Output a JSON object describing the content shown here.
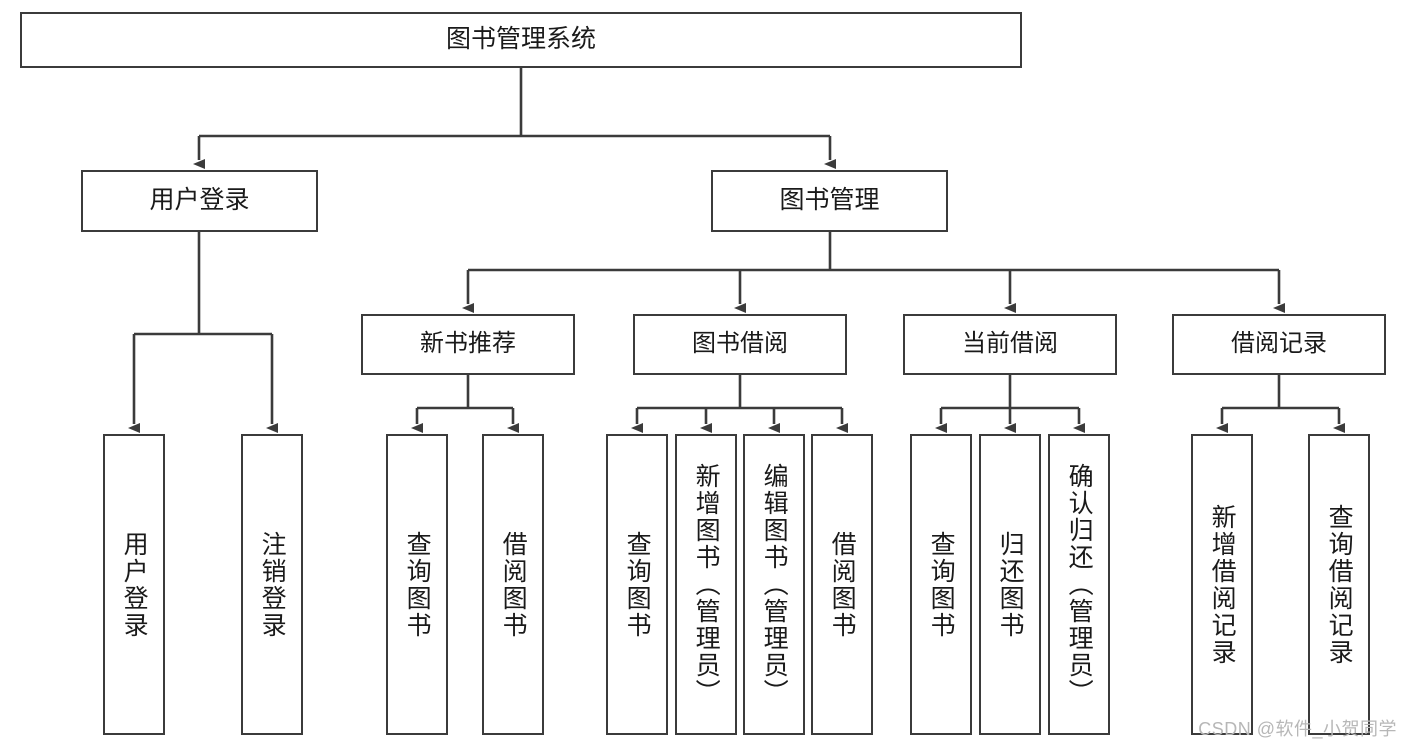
{
  "diagram": {
    "title": "图书管理系统",
    "type": "tree-hierarchy-chart",
    "colors": {
      "box_border": "#3b3b3b",
      "box_fill": "#ffffff",
      "connector": "#3b3b3b",
      "text": "#1a1a1a",
      "watermark": "#b7b7b7",
      "background": "#ffffff"
    },
    "root": {
      "label": "图书管理系统"
    },
    "level1": [
      {
        "label": "用户登录"
      },
      {
        "label": "图书管理"
      }
    ],
    "level2": [
      {
        "label": "新书推荐"
      },
      {
        "label": "图书借阅"
      },
      {
        "label": "当前借阅"
      },
      {
        "label": "借阅记录"
      }
    ],
    "leaves": {
      "user_login": [
        {
          "label": "用户登录"
        },
        {
          "label": "注销登录"
        }
      ],
      "new_book_recommend": [
        {
          "label": "查询图书"
        },
        {
          "label": "借阅图书"
        }
      ],
      "book_borrow": [
        {
          "label": "查询图书"
        },
        {
          "label": "新增图书（管理员）"
        },
        {
          "label": "编辑图书（管理员）"
        },
        {
          "label": "借阅图书"
        }
      ],
      "current_borrow": [
        {
          "label": "查询图书"
        },
        {
          "label": "归还图书"
        },
        {
          "label": "确认归还（管理员）"
        }
      ],
      "borrow_record": [
        {
          "label": "新增借阅记录"
        },
        {
          "label": "查询借阅记录"
        }
      ]
    }
  },
  "watermark": {
    "text": "CSDN @软件_小贺同学"
  }
}
